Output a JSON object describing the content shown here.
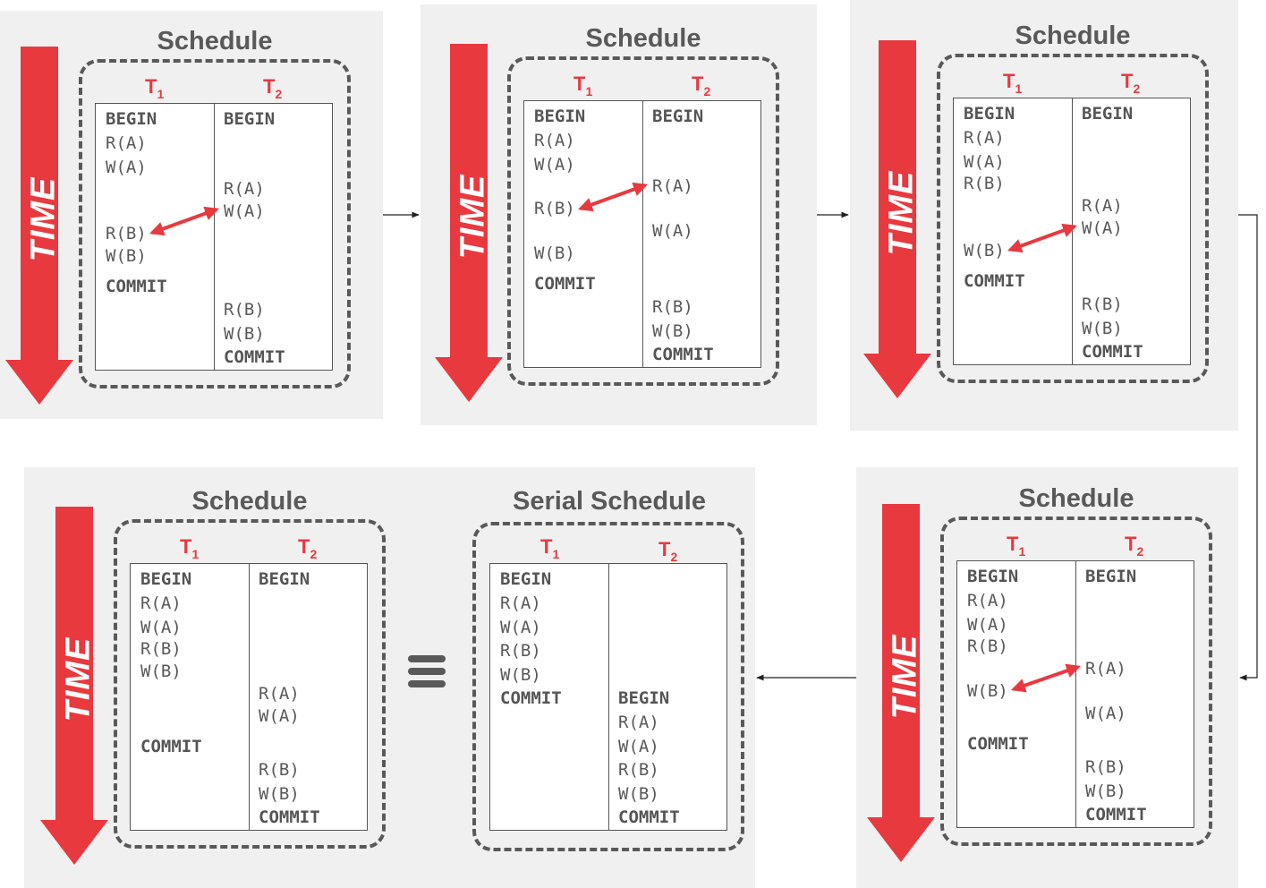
{
  "time_label": "TIME",
  "t1_label": "T",
  "t1_sub": "1",
  "t2_label": "T",
  "t2_sub": "2",
  "colors": {
    "arrow": "#e8393f",
    "panel": "#f0f0f0",
    "text": "#595959"
  },
  "panels": [
    {
      "title": "Schedule",
      "t1_ops": [
        "BEGIN",
        "R(A)",
        "W(A)",
        "",
        "R(B)",
        "W(B)",
        "COMMIT"
      ],
      "t2_ops": [
        "BEGIN",
        "R(A)",
        "W(A)",
        "R(B)",
        "W(B)",
        "COMMIT"
      ]
    },
    {
      "title": "Schedule",
      "t1_ops": [
        "BEGIN",
        "R(A)",
        "W(A)",
        "R(B)",
        "W(B)",
        "COMMIT"
      ],
      "t2_ops": [
        "BEGIN",
        "R(A)",
        "W(A)",
        "R(B)",
        "W(B)",
        "COMMIT"
      ]
    },
    {
      "title": "Schedule",
      "t1_ops": [
        "BEGIN",
        "R(A)",
        "W(A)",
        "R(B)",
        "W(B)",
        "COMMIT"
      ],
      "t2_ops": [
        "BEGIN",
        "R(A)",
        "W(A)",
        "R(B)",
        "W(B)",
        "COMMIT"
      ]
    },
    {
      "title": "Schedule",
      "t1_ops": [
        "BEGIN",
        "R(A)",
        "W(A)",
        "R(B)",
        "W(B)",
        "COMMIT"
      ],
      "t2_ops": [
        "BEGIN",
        "R(A)",
        "W(A)",
        "R(B)",
        "W(B)",
        "COMMIT"
      ]
    },
    {
      "title": "Schedule",
      "t1_ops": [
        "BEGIN",
        "R(A)",
        "W(A)",
        "R(B)",
        "W(B)",
        "COMMIT"
      ],
      "t2_ops": [
        "BEGIN",
        "R(A)",
        "W(A)",
        "R(B)",
        "W(B)",
        "COMMIT"
      ]
    },
    {
      "title": "Serial Schedule",
      "t1_ops": [
        "BEGIN",
        "R(A)",
        "W(A)",
        "R(B)",
        "W(B)",
        "COMMIT"
      ],
      "t2_ops": [
        "BEGIN",
        "R(A)",
        "W(A)",
        "R(B)",
        "W(B)",
        "COMMIT"
      ]
    }
  ]
}
